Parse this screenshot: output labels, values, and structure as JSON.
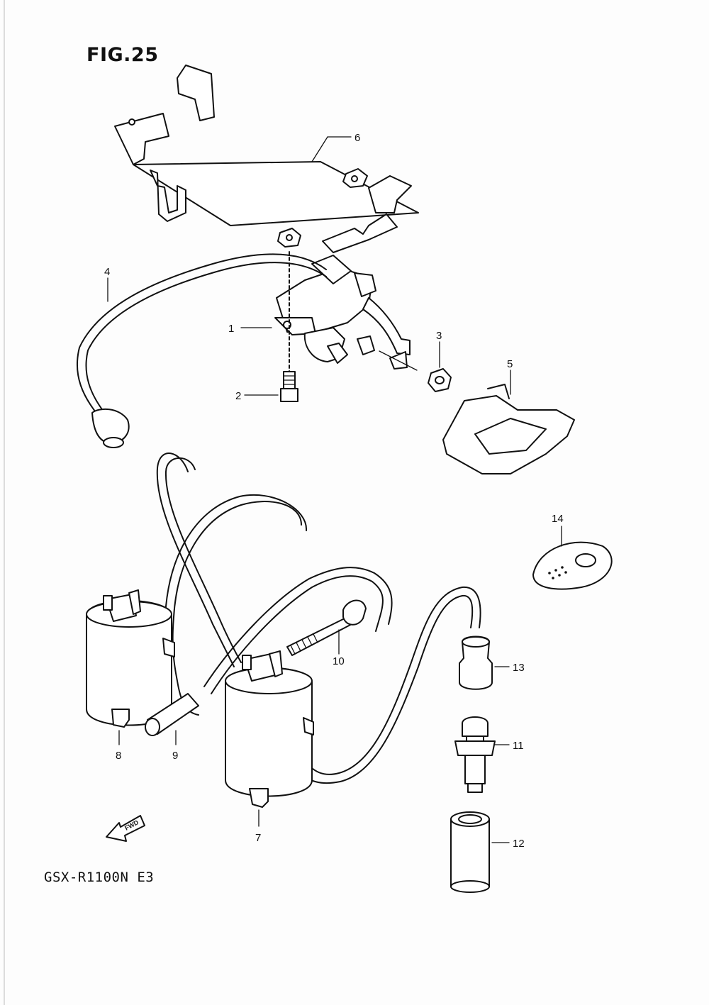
{
  "figure": {
    "title": "FIG.25",
    "model": "GSX-R1100N E3",
    "fwd_label": "FWD"
  },
  "callouts": [
    "1",
    "2",
    "3",
    "4",
    "5",
    "6",
    "7",
    "8",
    "9",
    "10",
    "11",
    "12",
    "13",
    "14"
  ]
}
